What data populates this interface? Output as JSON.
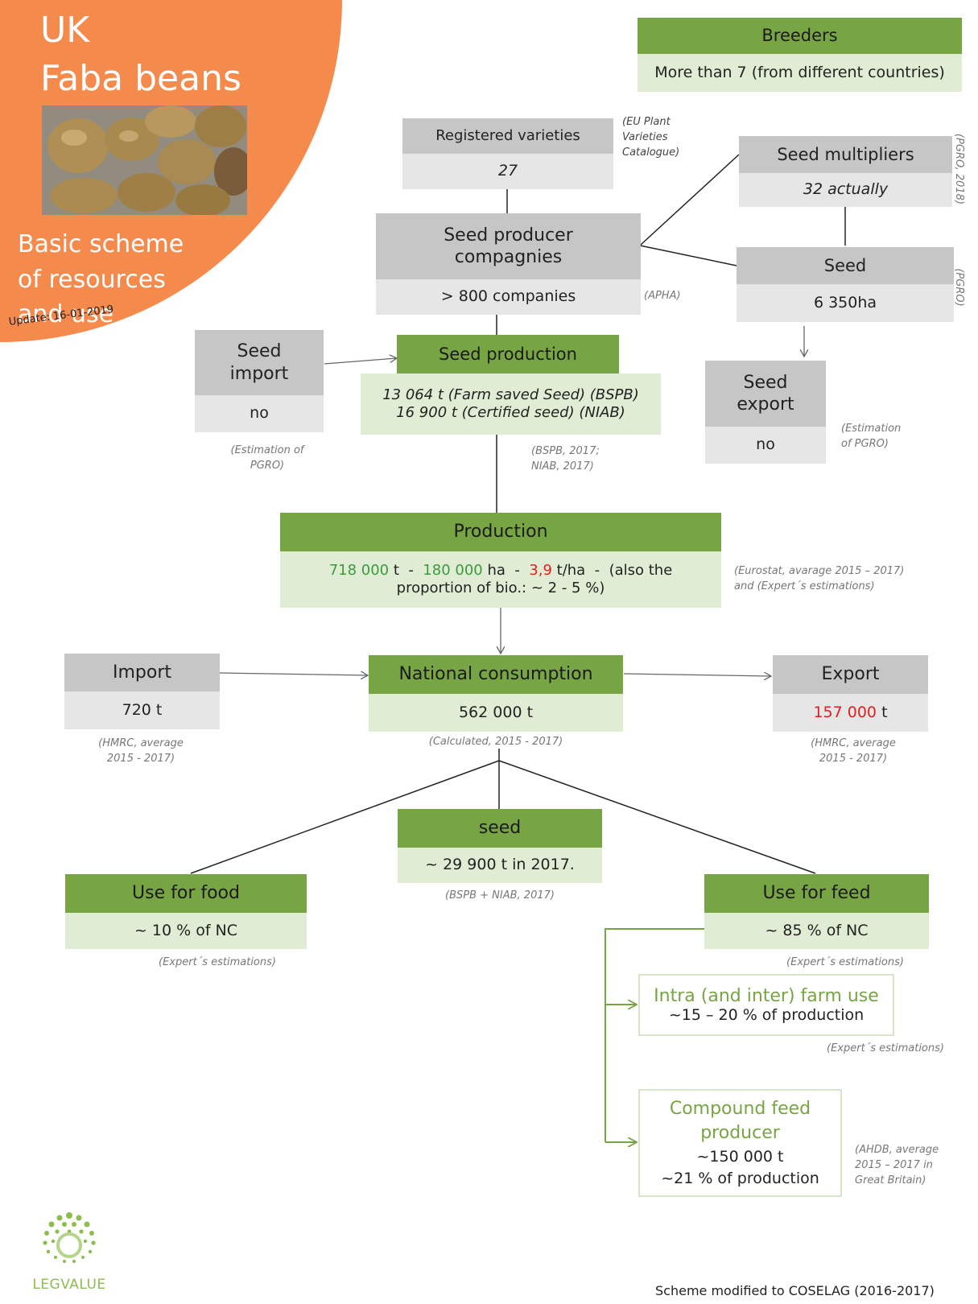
{
  "title": {
    "line1": "UK",
    "line2": "Faba beans"
  },
  "subtitle": {
    "line1": "Basic scheme",
    "line2": "of resources",
    "line3": "and use"
  },
  "update": "Update: 16-01-2019",
  "breeders": {
    "title": "Breeders",
    "value": "More than 7 (from different countries)"
  },
  "registered_varieties": {
    "title": "Registered varieties",
    "value": "27",
    "source_l1": "(EU Plant",
    "source_l2": "Varieties",
    "source_l3": "Catalogue)"
  },
  "seed_multipliers": {
    "title": "Seed multipliers",
    "value": "32 actually",
    "source": "(PGRO, 2018)"
  },
  "seed_producer": {
    "title_l1": "Seed producer",
    "title_l2": "compagnies",
    "value": "> 800 companies",
    "source": "(APHA)"
  },
  "seed_right": {
    "title": "Seed",
    "value": "6 350ha",
    "source": "(PGRO)"
  },
  "seed_import": {
    "title_l1": "Seed",
    "title_l2": "import",
    "value": "no",
    "source_l1": "(Estimation of",
    "source_l2": "PGRO)"
  },
  "seed_production": {
    "title": "Seed production",
    "value_l1": "13 064 t (Farm saved Seed) (BSPB)",
    "value_l2": "16 900 t (Certified seed) (NIAB)",
    "source_l1": "(BSPB, 2017;",
    "source_l2": "NIAB, 2017)"
  },
  "seed_export": {
    "title_l1": "Seed",
    "title_l2": "export",
    "value": "no",
    "source_l1": "(Estimation",
    "source_l2": "of PGRO)"
  },
  "production": {
    "title": "Production",
    "tonnes": "718 000",
    "t_sep": " t  -  ",
    "hectares": "180 000",
    "ha_sep": " ha  -  ",
    "yield": "3,9",
    "yield_sep": " t/ha  -  (also the",
    "line2": "proportion of bio.: ~ 2 - 5 %)",
    "source_l1": "(Eurostat, avarage 2015 – 2017)",
    "source_l2": "and (Expert´s estimations)"
  },
  "import": {
    "title": "Import",
    "value": "720 t",
    "source_l1": "(HMRC, average",
    "source_l2": "2015 - 2017)"
  },
  "national_consumption": {
    "title": "National consumption",
    "value": "562 000 t",
    "source": "(Calculated, 2015 - 2017)"
  },
  "export": {
    "title": "Export",
    "value": "157 000",
    "unit": " t",
    "source_l1": "(HMRC, average",
    "source_l2": "2015 - 2017)"
  },
  "seed_use": {
    "title": "seed",
    "value": "~ 29 900 t in 2017.",
    "source": "(BSPB + NIAB, 2017)"
  },
  "food": {
    "title": "Use for food",
    "value": "~ 10 % of NC",
    "source": "(Expert´s estimations)"
  },
  "feed": {
    "title": "Use for feed",
    "value": "~ 85 % of NC",
    "source": "(Expert´s estimations)"
  },
  "intra_farm": {
    "title": "Intra (and inter) farm use",
    "value": "~15 – 20 % of production",
    "source": "(Expert´s estimations)"
  },
  "compound_feed": {
    "title_l1": "Compound feed",
    "title_l2": "producer",
    "value_l1": "~150 000 t",
    "value_l2": "~21 % of production",
    "source_l1": "(AHDB, average",
    "source_l2": "2015 – 2017 in",
    "source_l3": "Great Britain)"
  },
  "logo_text": "LEGVALUE",
  "footer": "Scheme modified to COSELAG (2016-2017)",
  "colors": {
    "orange": "#f58a4d",
    "green": "#77a543",
    "light_green": "#e1ecd4",
    "gray": "#c6c6c6",
    "light_gray": "#e6e6e6",
    "highlight_green": "#3a9b3c",
    "highlight_red": "#e02020"
  },
  "icons": {
    "logo": "legvalue-logo-icon",
    "photo": "faba-beans-photo"
  }
}
